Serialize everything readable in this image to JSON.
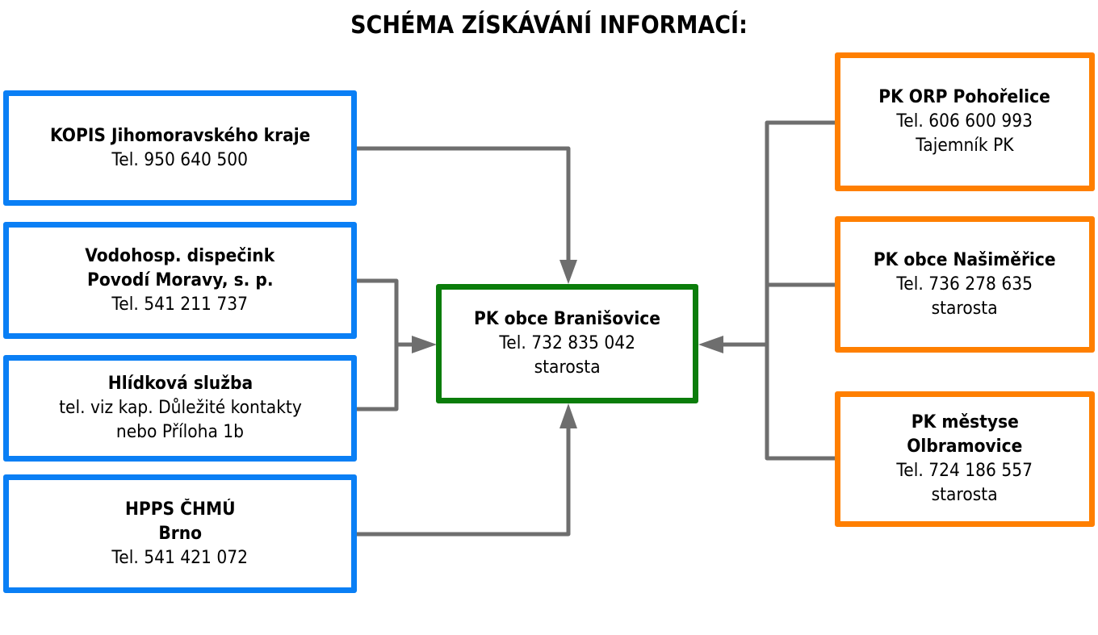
{
  "title": "SCHÉMA ZÍSKÁVÁNÍ INFORMACÍ:",
  "colors": {
    "source_border": "#0a7ff5",
    "center_border": "#0b7d0b",
    "neighbor_border": "#ff7f00",
    "connector": "#6e6e6e"
  },
  "sources": [
    {
      "name": "KOPIS Jihomoravského kraje",
      "lines": [
        "Tel. 950 640 500"
      ]
    },
    {
      "name": "Vodohosp. dispečink",
      "name2": "Povodí Moravy, s. p.",
      "lines": [
        "Tel. 541 211 737"
      ]
    },
    {
      "name": "Hlídková služba",
      "lines": [
        "tel. viz kap. Důležité kontakty",
        "nebo Příloha 1b"
      ]
    },
    {
      "name": "HPPS ČHMÚ",
      "name2": "Brno",
      "lines": [
        "Tel. 541 421 072"
      ]
    }
  ],
  "center": {
    "name": "PK obce Branišovice",
    "lines": [
      "Tel. 732 835 042",
      "starosta"
    ]
  },
  "neighbors": [
    {
      "name": "PK ORP Pohořelice",
      "lines": [
        "Tel. 606 600 993",
        "Tajemník PK"
      ]
    },
    {
      "name": "PK obce Našiměřice",
      "lines": [
        "Tel. 736 278 635",
        "starosta"
      ]
    },
    {
      "name": "PK městyse",
      "name2": "Olbramovice",
      "lines": [
        "Tel. 724 186 557",
        "starosta"
      ]
    }
  ]
}
